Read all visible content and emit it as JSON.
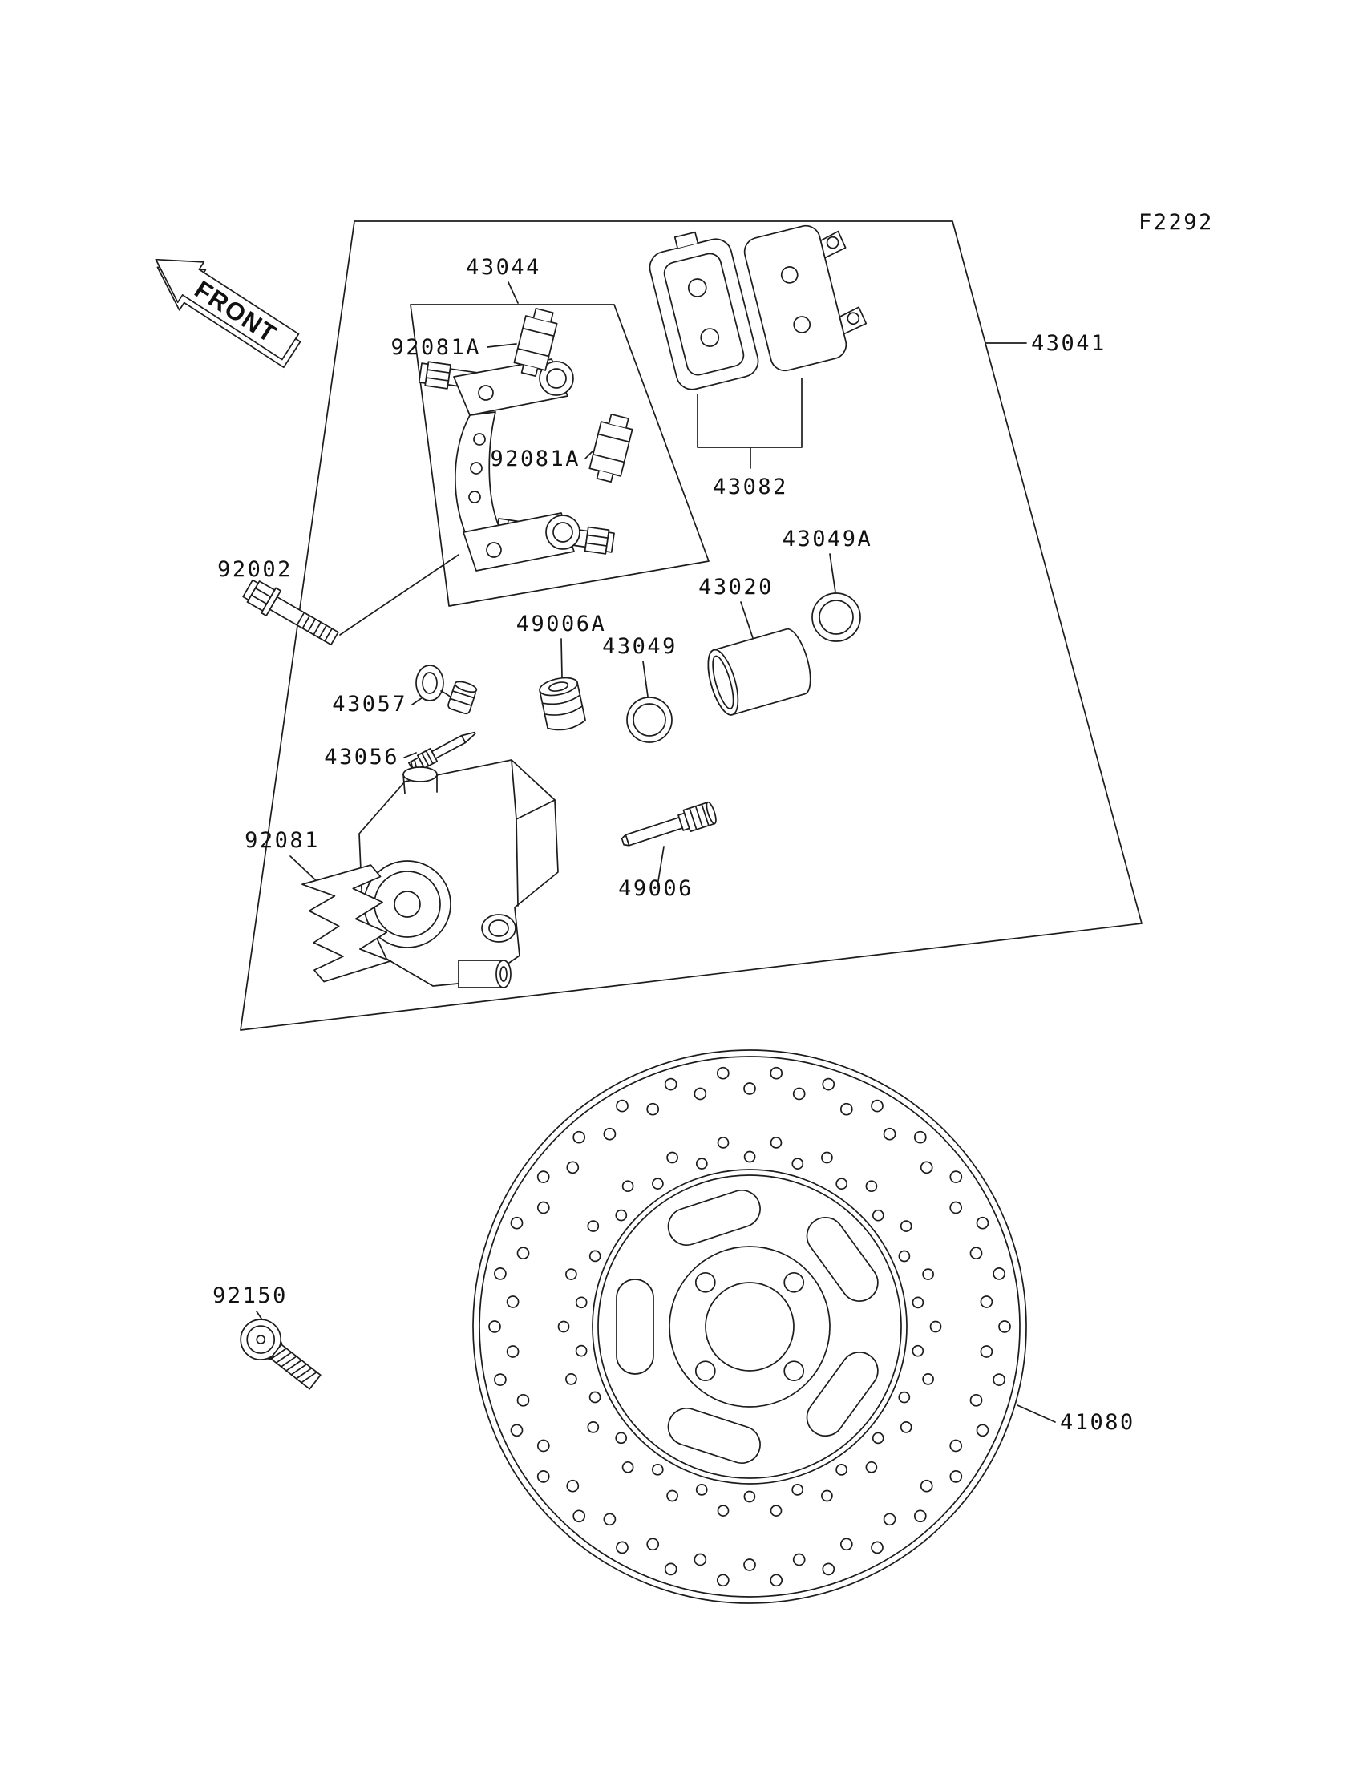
{
  "figure": {
    "code": "F2292",
    "front_label": "FRONT"
  },
  "colors": {
    "line": "#1c1c1c",
    "background": "#ffffff"
  },
  "parts": {
    "caliper_assembly": "43041",
    "caliper_bracket": "43044",
    "pad_clip_a": "92081A",
    "pad_clip_b": "92081A",
    "brake_pads": "43082",
    "piston_seal": "43049A",
    "piston": "43020",
    "dust_boot": "49006A",
    "fluid_seal": "43049",
    "bleed_valve_cap": "43057",
    "bleed_valve": "43056",
    "mounting_bolt": "92002",
    "pad_spring": "92081",
    "pad_pin": "49006",
    "disc_bolt": "92150",
    "brake_disc": "41080"
  }
}
